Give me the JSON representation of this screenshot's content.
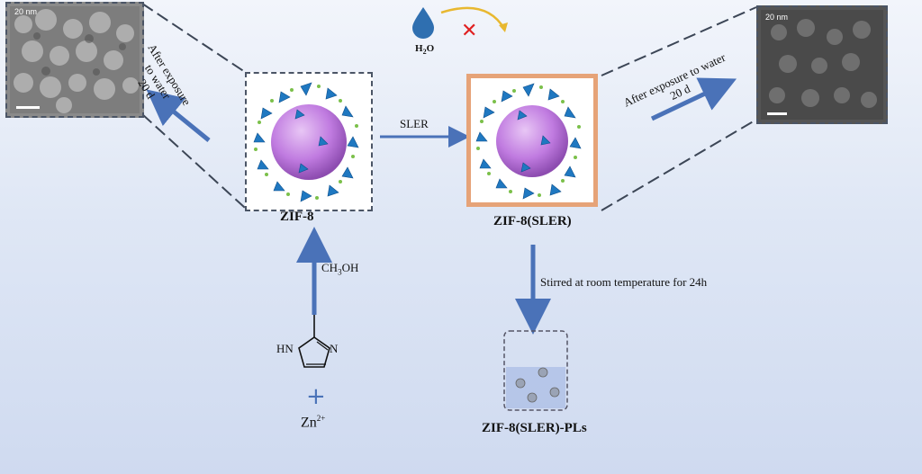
{
  "labels": {
    "zif8": "ZIF-8",
    "zif8_sler": "ZIF-8(SLER)",
    "zif8_sler_pls": "ZIF-8(SLER)-PLs",
    "sler_arrow": "SLER",
    "stirred": "Stirred at room temperature for 24h",
    "left_exposure_line1": "After exposure",
    "left_exposure_line2": "to water",
    "left_exposure_line3": "20 d",
    "right_exposure_line1": "After exposure to water",
    "right_exposure_line2": "20 d",
    "water_main": "H",
    "water_sub": "2",
    "water_end": "O",
    "zn_main": "Zn",
    "zn_sup": "2+",
    "methanol_main": "CH",
    "methanol_sub": "3",
    "methanol_end": "OH",
    "imidazole_hn": "HN",
    "imidazole_n": "N",
    "plus": "+",
    "cross": "✕",
    "sem_left_scale": "20 nm",
    "sem_right_scale": "20 nm"
  },
  "colors": {
    "arrow": "#4a72b8",
    "dash": "#3c4656",
    "sphere": "#c07be0",
    "tetra": "#1f78c1",
    "sler_border": "#e6a378",
    "cross": "#e02020",
    "drop": "#2f6fb0"
  },
  "icons": [
    "water-drop-icon",
    "cross-icon",
    "curved-arrow-icon",
    "beaker-icon"
  ]
}
